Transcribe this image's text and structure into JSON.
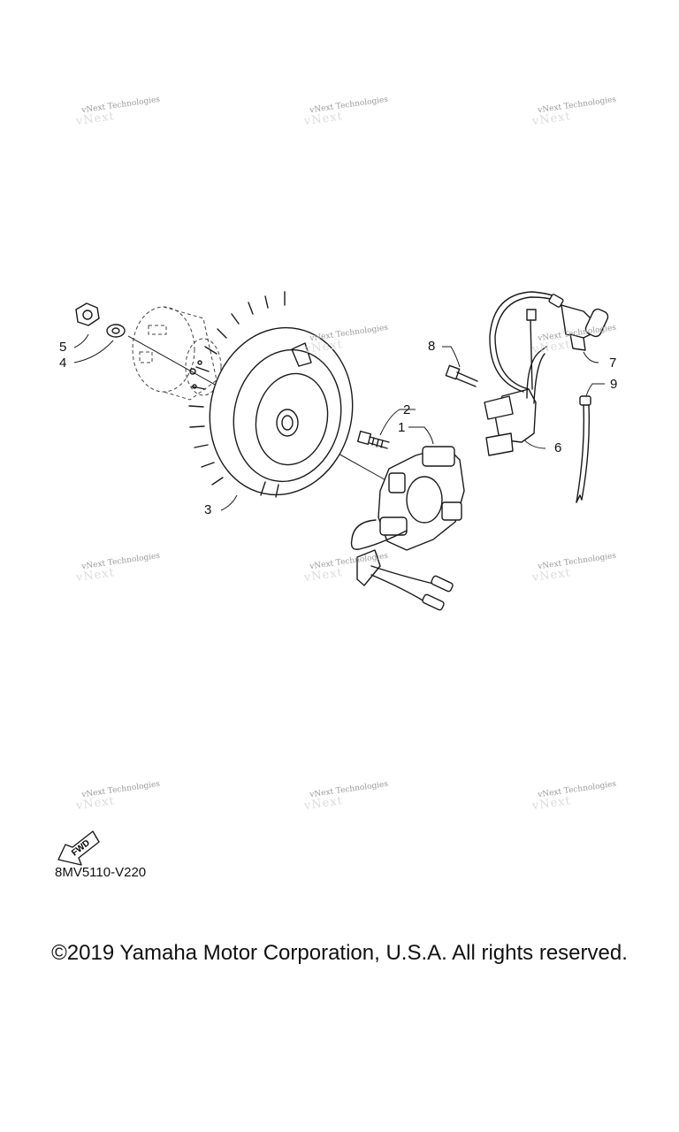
{
  "watermark": {
    "text": "vNext Technologies",
    "ghost": "vNext"
  },
  "callouts": [
    {
      "num": "1",
      "part": "stator"
    },
    {
      "num": "2",
      "part": "bolt"
    },
    {
      "num": "3",
      "part": "flywheel-rotor"
    },
    {
      "num": "4",
      "part": "washer"
    },
    {
      "num": "5",
      "part": "nut"
    },
    {
      "num": "6",
      "part": "ignition-coil"
    },
    {
      "num": "7",
      "part": "spark-plug-cap"
    },
    {
      "num": "8",
      "part": "bolt"
    },
    {
      "num": "9",
      "part": "cable-tie"
    }
  ],
  "fwd_label": "FWD",
  "diagram_code": "8MV5110-V220",
  "copyright": "©2019 Yamaha Motor Corporation, U.S.A. All rights reserved."
}
